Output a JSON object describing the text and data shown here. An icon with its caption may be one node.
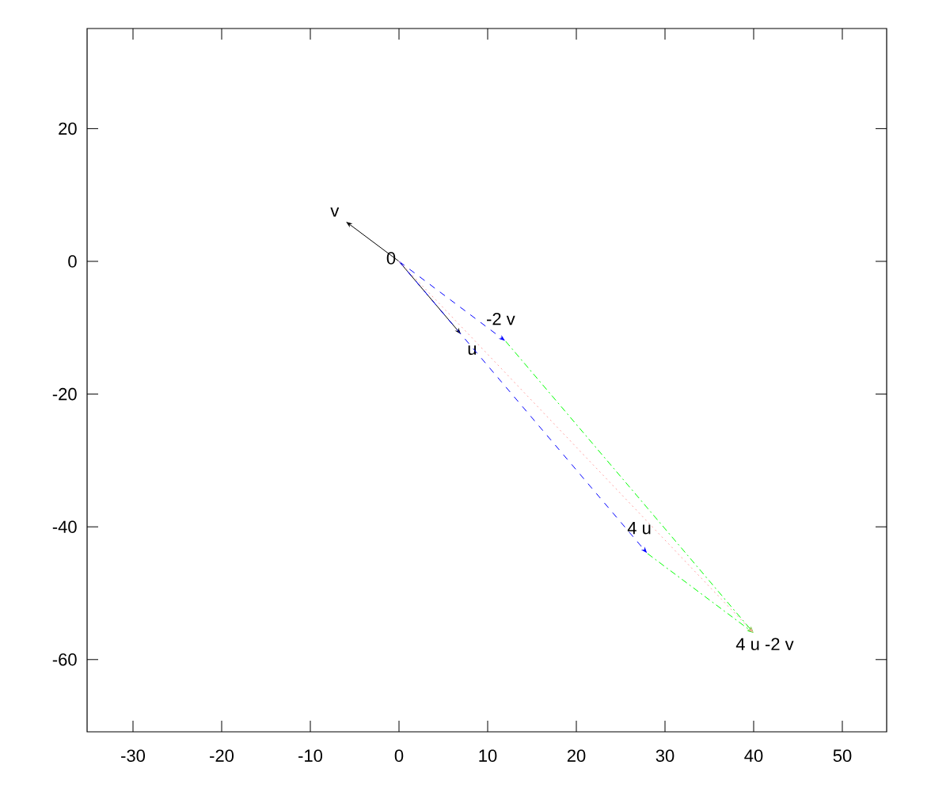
{
  "diagram": {
    "nodes": [
      {
        "text": [
          "v"
        ]
      },
      {
        "text": [
          "0"
        ]
      },
      {
        "text": [
          "-2 v"
        ]
      },
      {
        "text": [
          "u"
        ]
      },
      {
        "text": [
          "4 u"
        ]
      },
      {
        "text": [
          "4 u -2 v"
        ]
      }
    ],
    "edges": [
      {
        "from": 1,
        "to": 0,
        "arrow": "to",
        "color": "#000000"
      },
      {
        "from": 1,
        "to": 3,
        "arrow": "to",
        "color": "#000000"
      },
      {
        "from": 1,
        "to": 2,
        "arrow": "to",
        "style": "dashed",
        "color": "#0000ff"
      },
      {
        "from": 1,
        "to": 4,
        "arrow": "to",
        "style": "dashed",
        "color": "#0000ff"
      },
      {
        "from": 2,
        "to": 5,
        "arrow": "to",
        "style": "dashed",
        "color": "#00ff00"
      },
      {
        "from": 4,
        "to": 5,
        "arrow": "to",
        "style": "dashed",
        "color": "#00ff00"
      },
      {
        "from": 1,
        "to": 5,
        "arrow": "to",
        "style": "dashed",
        "color": "#ffa0a0"
      }
    ],
    "labels": [
      "20",
      "0",
      "-20",
      "-40",
      "-60",
      "-30",
      "-20",
      "-10",
      "0",
      "10",
      "20",
      "30",
      "40",
      "50"
    ]
  }
}
